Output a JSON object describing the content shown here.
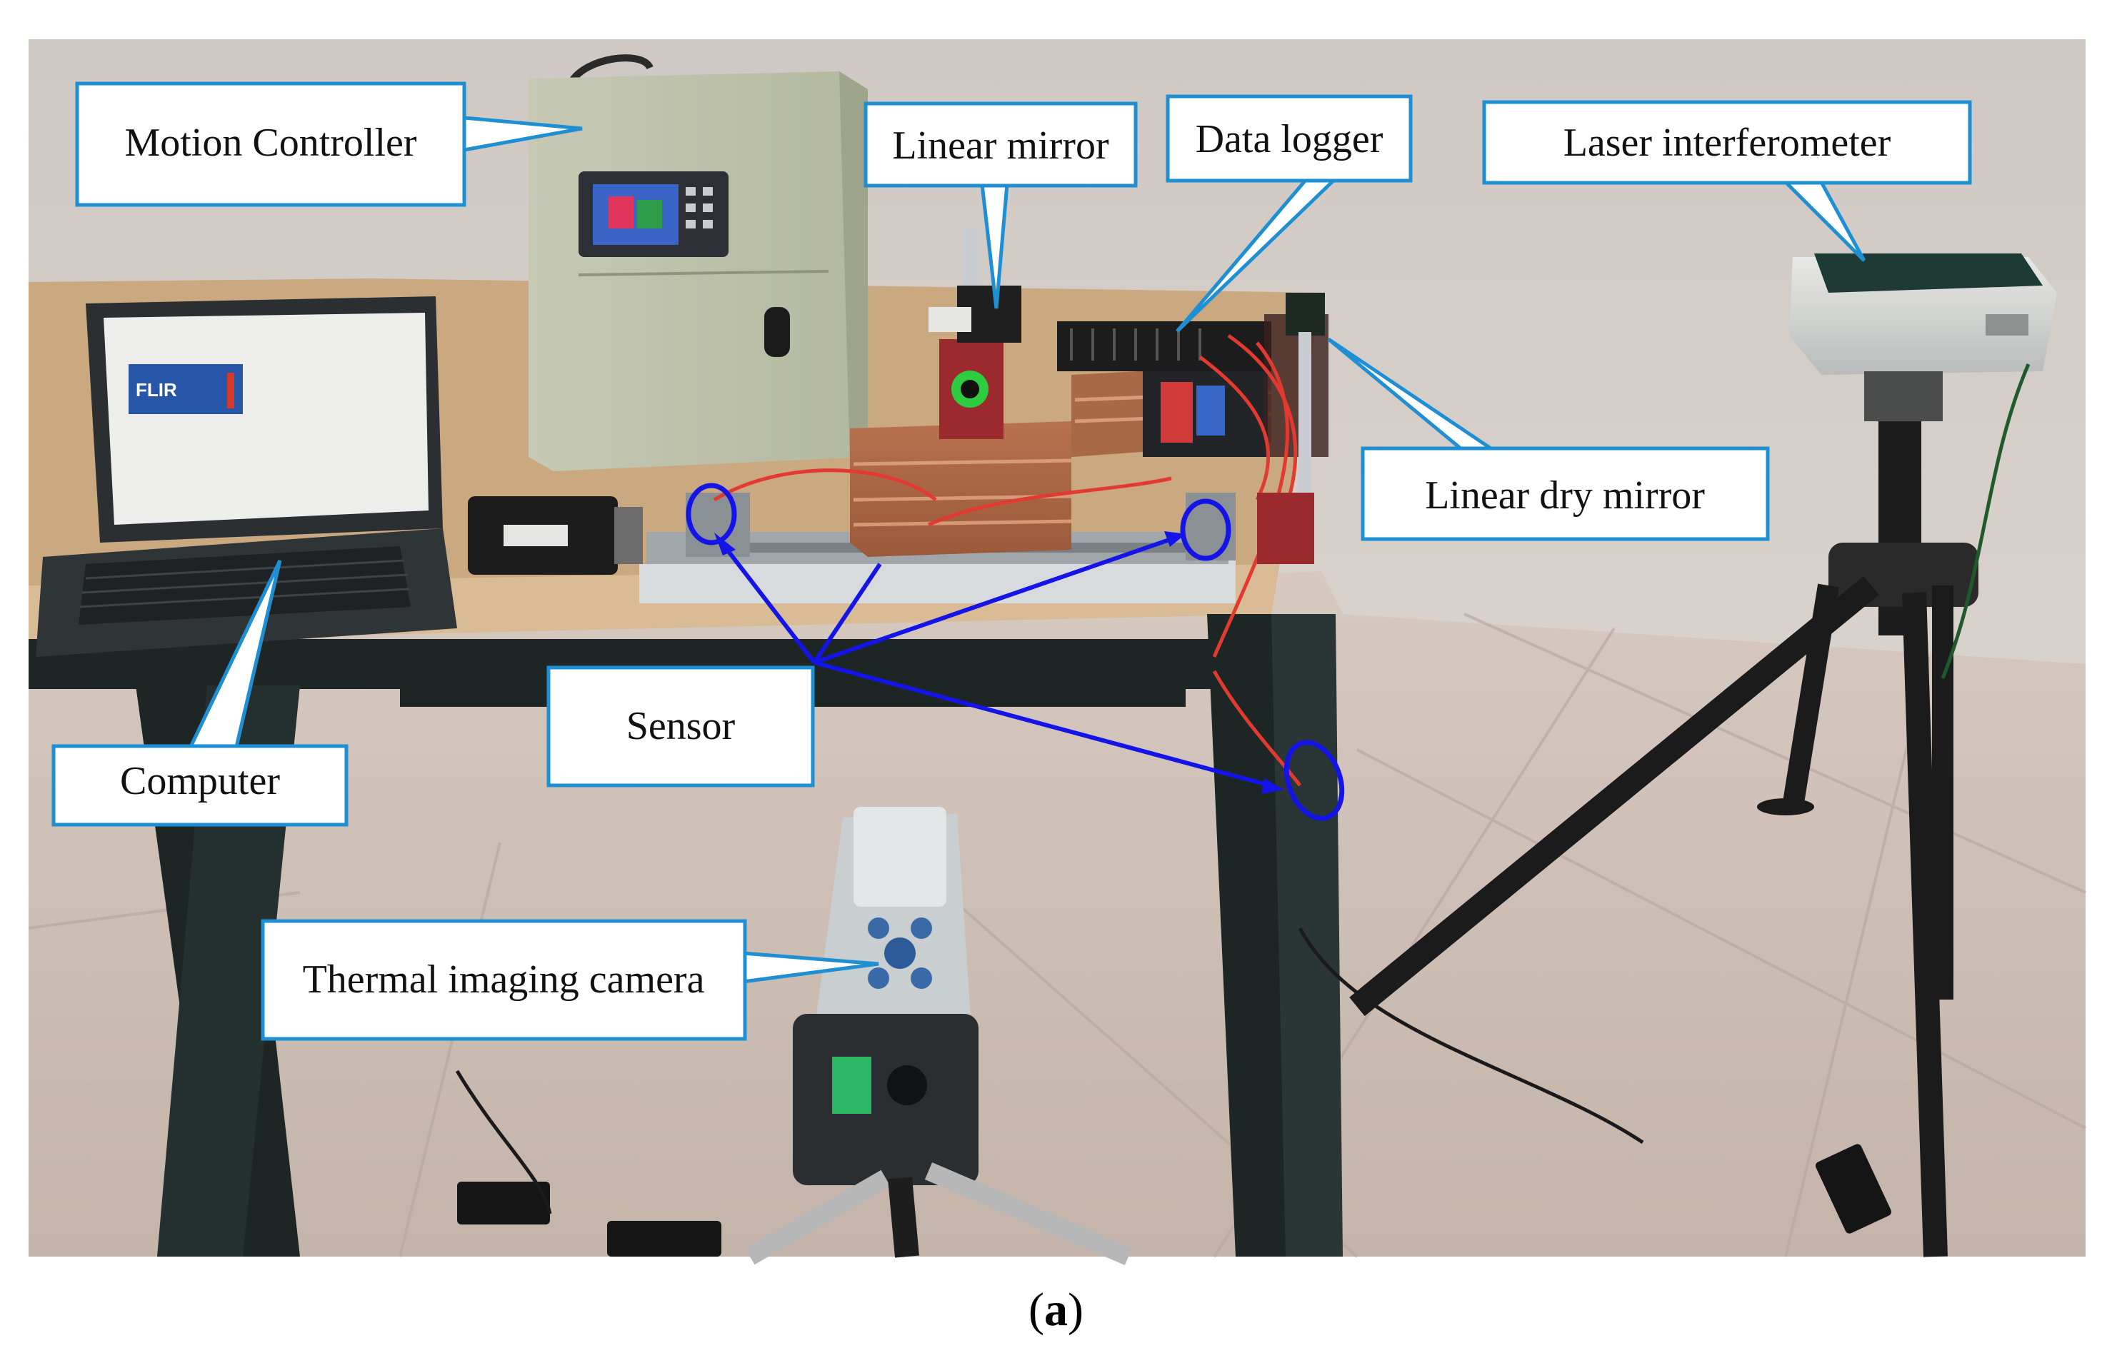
{
  "labels": {
    "motion_controller": "Motion Controller",
    "linear_mirror": "Linear mirror",
    "data_logger": "Data logger",
    "laser_interferometer": "Laser interferometer",
    "linear_dry_mirror": "Linear dry mirror",
    "computer": "Computer",
    "sensor": "Sensor",
    "thermal_imaging_camera": "Thermal imaging camera"
  },
  "screen_text": "FLIR",
  "caption": {
    "open": "(",
    "letter": "a",
    "close": ")"
  },
  "colors": {
    "callout_border": "#1f8fd4",
    "sensor_marker": "#1414e6",
    "wall": "#dcd5cf",
    "floor": "#cdbfb5",
    "table_top": "#d2b48e",
    "table_frame": "#1d2624"
  }
}
